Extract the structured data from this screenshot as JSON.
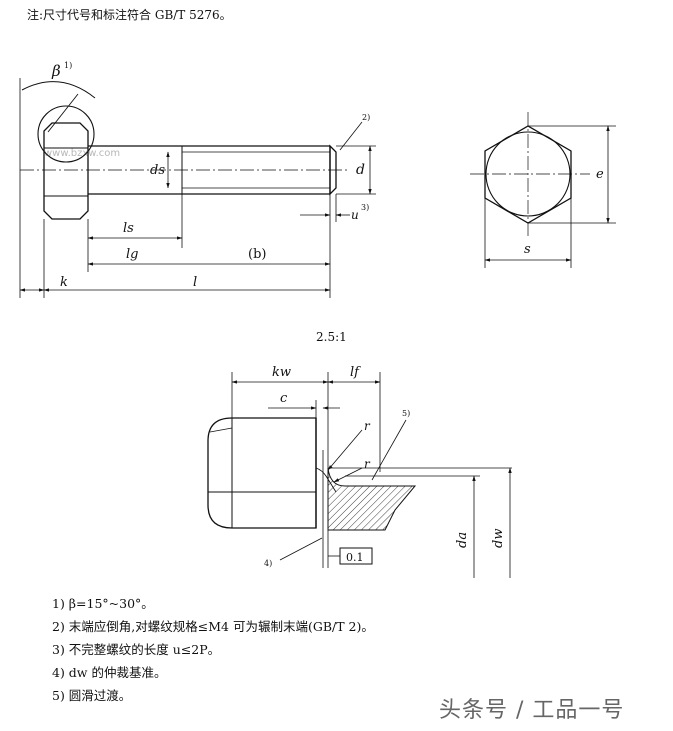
{
  "header": {
    "note": "注:尺寸代号和标注符合 GB/T 5276。"
  },
  "view_b": {
    "beta_label": "β",
    "beta_ref": "1)",
    "ref_2": "2)",
    "dim_ds": "ds",
    "dim_d": "d",
    "dim_u": "u",
    "u_ref": "3)",
    "dim_ls": "ls",
    "dim_lg": "lg",
    "view_label": "(b)",
    "dim_k": "k",
    "dim_l": "l"
  },
  "end_view": {
    "dim_e": "e",
    "dim_s": "s"
  },
  "detail": {
    "scale": "2.5:1",
    "dim_kw": "kw",
    "dim_lf": "lf",
    "dim_c": "c",
    "dim_r": "r",
    "ref_5": "5)",
    "ref_4": "4)",
    "dim_da": "da",
    "dim_dw": "dw",
    "tolerance": "0.1"
  },
  "notes": [
    "1) β=15°~30°。",
    "2) 末端应倒角,对螺纹规格≤M4 可为辗制末端(GB/T 2)。",
    "3) 不完整螺纹的长度 u≤2P。",
    "4) dw 的仲裁基准。",
    "5) 圆滑过渡。"
  ],
  "watermark": "头条号 / 工品一号",
  "faint_watermark": "www.bzxw.com"
}
